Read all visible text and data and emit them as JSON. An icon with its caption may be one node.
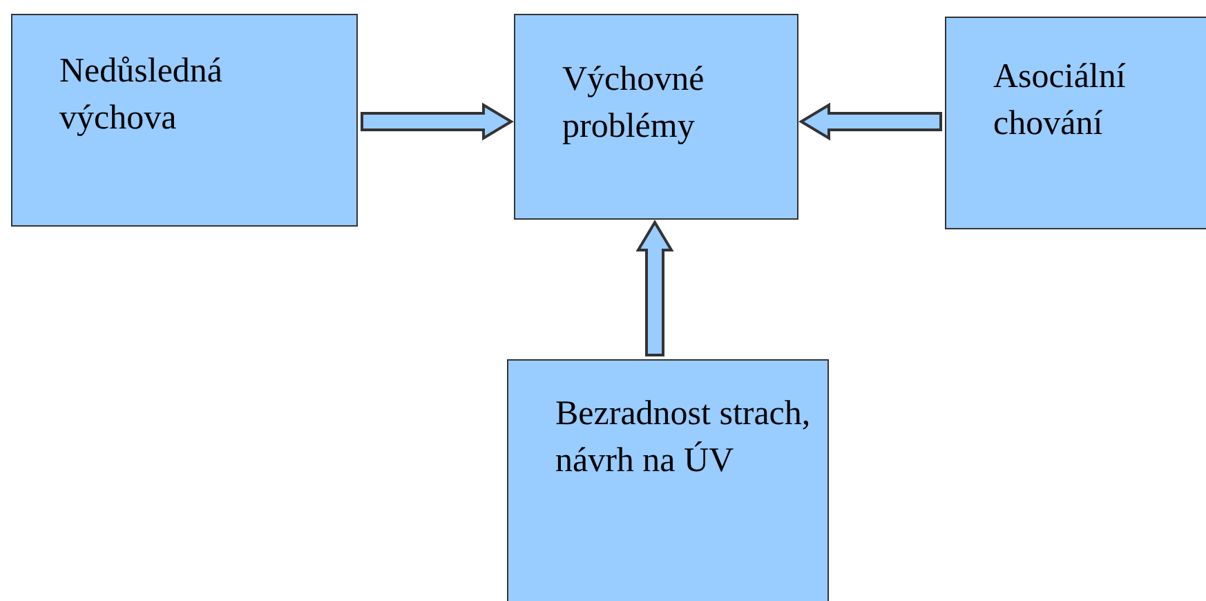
{
  "diagram": {
    "nodes": [
      {
        "text": [
          "Nedůsledná výchova"
        ]
      },
      {
        "text": [
          "Výchovné problémy"
        ]
      },
      {
        "text": [
          "Asociální chování"
        ]
      },
      {
        "text": [
          "Bezradnost strach, návrh na ÚV"
        ]
      }
    ],
    "edges": [
      {
        "from": 0,
        "to": 1,
        "arrow": "to"
      },
      {
        "from": 2,
        "to": 1,
        "arrow": "to"
      },
      {
        "from": 3,
        "to": 1,
        "arrow": "to"
      }
    ]
  }
}
